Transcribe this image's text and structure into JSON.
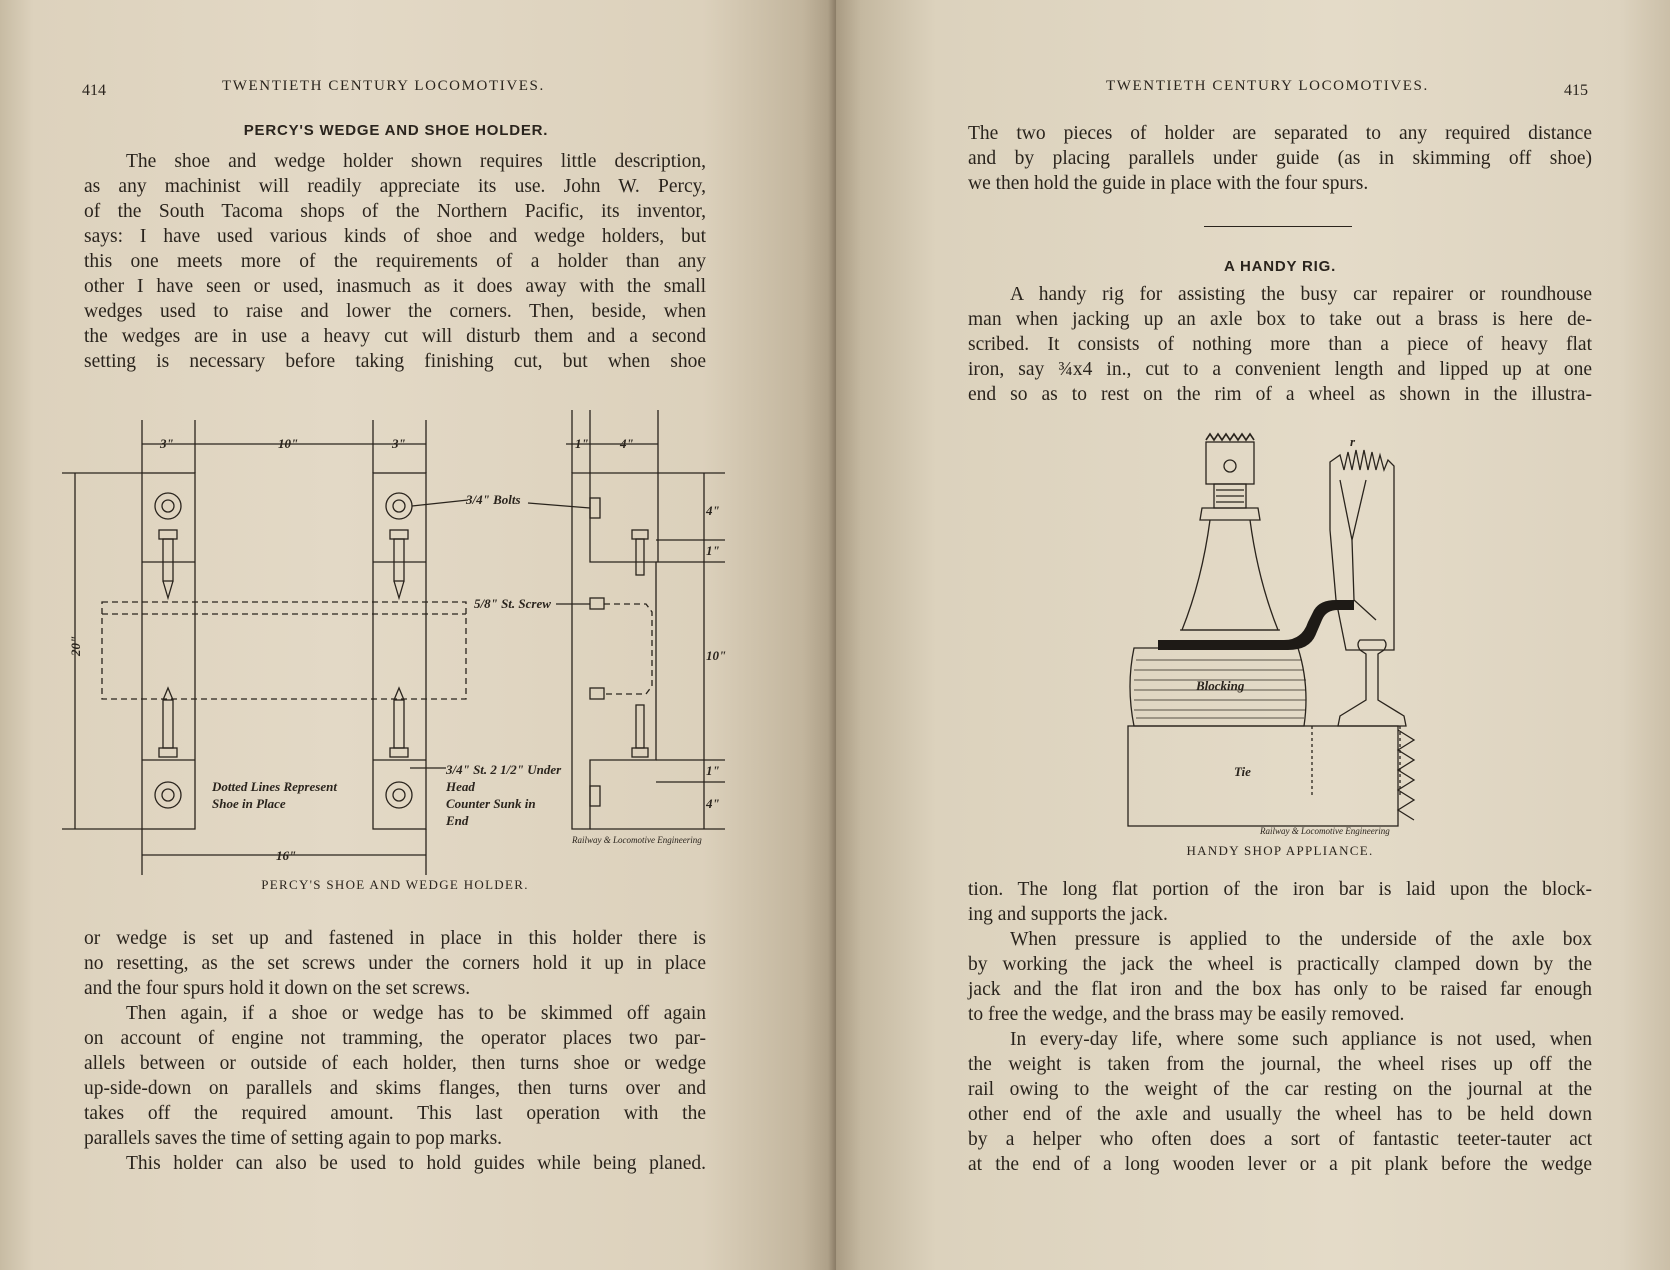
{
  "left_page": {
    "page_number": "414",
    "running_head": "TWENTIETH CENTURY LOCOMOTIVES.",
    "heading": "PERCY'S WEDGE AND SHOE HOLDER.",
    "para1_lines": [
      "The shoe and wedge holder shown requires little description,",
      "as any machinist will readily appreciate its use. John W. Percy,",
      "of the South Tacoma shops of the Northern Pacific, its inventor,",
      "says: I have used various kinds of shoe and wedge holders, but",
      "this one meets more of the requirements of a holder than any",
      "other I have seen or used, inasmuch as it does away with the small",
      "wedges used to raise and lower the corners. Then, beside, when",
      "the wedges are in use a heavy cut will disturb them and a second",
      "setting is necessary before taking finishing cut, but when shoe"
    ],
    "figure": {
      "caption": "PERCY'S SHOE AND WEDGE HOLDER.",
      "dim_top_1": "3\"",
      "dim_top_2": "10\"",
      "dim_top_3": "3\"",
      "dim_top_4": "1\"",
      "dim_top_5": "4\"",
      "dim_left": "20\"",
      "dim_bottom": "16\"",
      "dim_right_1": "4\"",
      "dim_right_2": "1\"",
      "dim_right_3": "10\"",
      "dim_right_4": "1\"",
      "dim_right_5": "4\"",
      "label_bolts": "3/4\" Bolts",
      "label_screw": "5/8\" St. Screw",
      "label_under_1": "3/4\" St. 2 1/2\" Under",
      "label_under_2": "Head",
      "label_under_3": "Counter Sunk in",
      "label_under_4": "End",
      "label_dotted_1": "Dotted Lines Represent",
      "label_dotted_2": "Shoe in Place",
      "credit": "Railway & Locomotive Engineering"
    },
    "para2_lines": [
      "or wedge is set up and fastened in place in this holder there is",
      "no resetting, as the set screws under the corners hold it up in place",
      "and the four spurs hold it down on the set screws."
    ],
    "para3_lines": [
      "Then again, if a shoe or wedge has to be skimmed off again",
      "on account of engine not tramming, the operator places two par-",
      "allels between or outside of each holder, then turns shoe or wedge",
      "up-side-down on parallels and skims flanges, then turns over and",
      "takes off the required amount. This last operation with the",
      "parallels saves the time of setting again to pop marks."
    ],
    "para4_lines": [
      "This holder can also be used to hold guides while being planed."
    ]
  },
  "right_page": {
    "page_number": "415",
    "running_head": "TWENTIETH CENTURY LOCOMOTIVES.",
    "para1_lines": [
      "The two pieces of holder are separated to any required distance",
      "and by placing parallels under guide (as in skimming off shoe)",
      "we then hold the guide in place with the four spurs."
    ],
    "heading": "A HANDY RIG.",
    "para2_lines": [
      "A handy rig for assisting the busy car repairer or roundhouse",
      "man when jacking up an axle box to take out a brass is here de-",
      "scribed. It consists of nothing more than a piece of heavy flat",
      "iron, say ¾x4 in., cut to a convenient length and lipped up at one",
      "end so as to rest on the rim of a wheel as shown in the illustra-"
    ],
    "figure": {
      "caption": "HANDY SHOP APPLIANCE.",
      "label_blocking": "Blocking",
      "label_tie": "Tie",
      "label_r": "r",
      "credit": "Railway & Locomotive Engineering"
    },
    "para3_lines": [
      "tion. The long flat portion of the iron bar is laid upon the block-",
      "ing and supports the jack."
    ],
    "para4_lines": [
      "When pressure is applied to the underside of the axle box",
      "by working the jack the wheel is practically clamped down by the",
      "jack and the flat iron and the box has only to be raised far enough",
      "to free the wedge, and the brass may be easily removed."
    ],
    "para5_lines": [
      "In every-day life, where some such appliance is not used, when",
      "the weight is taken from the journal, the wheel rises up off the",
      "rail owing to the weight of the car resting on the journal at the",
      "other end of the axle and usually the wheel has to be held down",
      "by a helper who often does a sort of fantastic teeter-tauter act",
      "at the end of a long wooden lever or a pit plank before the wedge"
    ]
  }
}
